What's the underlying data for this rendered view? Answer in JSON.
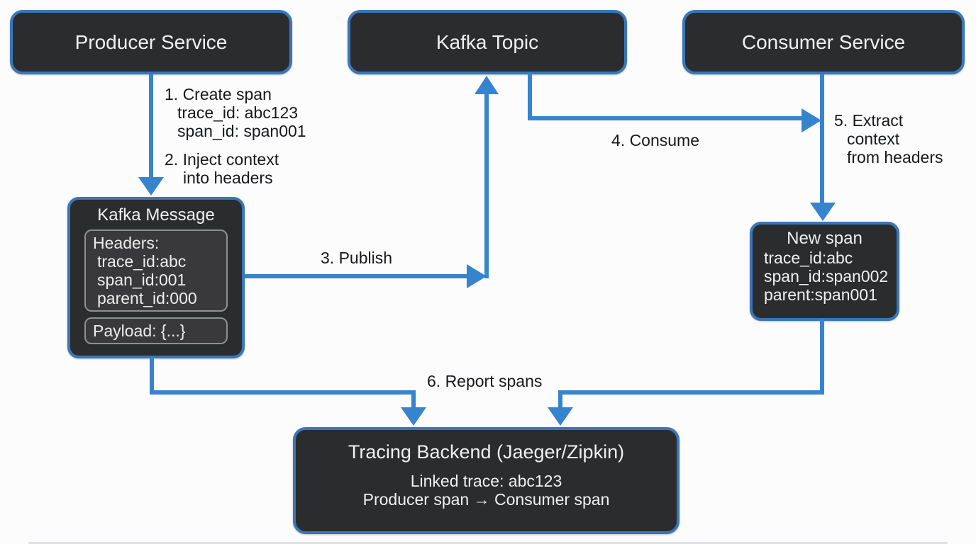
{
  "theme": {
    "bg": "#fcfcfd",
    "node_bg": "#2b2c2e",
    "node_border": "#3a76b8",
    "arrow": "#3584cd",
    "node_text": "#f0f0f1",
    "label_text": "#17181a",
    "inner_bg": "#39393b",
    "inner_border": "#8f9093"
  },
  "nodes": {
    "producer": {
      "title": "Producer Service"
    },
    "kafka_topic": {
      "title": "Kafka Topic"
    },
    "consumer": {
      "title": "Consumer Service"
    },
    "kafka_message": {
      "title": "Kafka Message",
      "headers": [
        "Headers:",
        "trace_id:abc",
        "span_id:001",
        "parent_id:000"
      ],
      "payload": "Payload: {...}"
    },
    "new_span": {
      "title": "New span",
      "fields": [
        "trace_id:abc",
        "span_id:span002",
        "parent:span001"
      ]
    },
    "tracing_backend": {
      "title": "Tracing Backend (Jaeger/Zipkin)",
      "lines": [
        "Linked trace: abc123",
        "Producer span → Consumer span"
      ]
    }
  },
  "edge_labels": {
    "create_span": [
      "1. Create span",
      "trace_id: abc123",
      "span_id: span001"
    ],
    "inject_context": [
      "2. Inject context",
      "into headers"
    ],
    "publish": "3. Publish",
    "consume": "4. Consume",
    "extract_context": [
      "5. Extract",
      "context",
      "from headers"
    ],
    "report_spans": "6. Report spans"
  }
}
